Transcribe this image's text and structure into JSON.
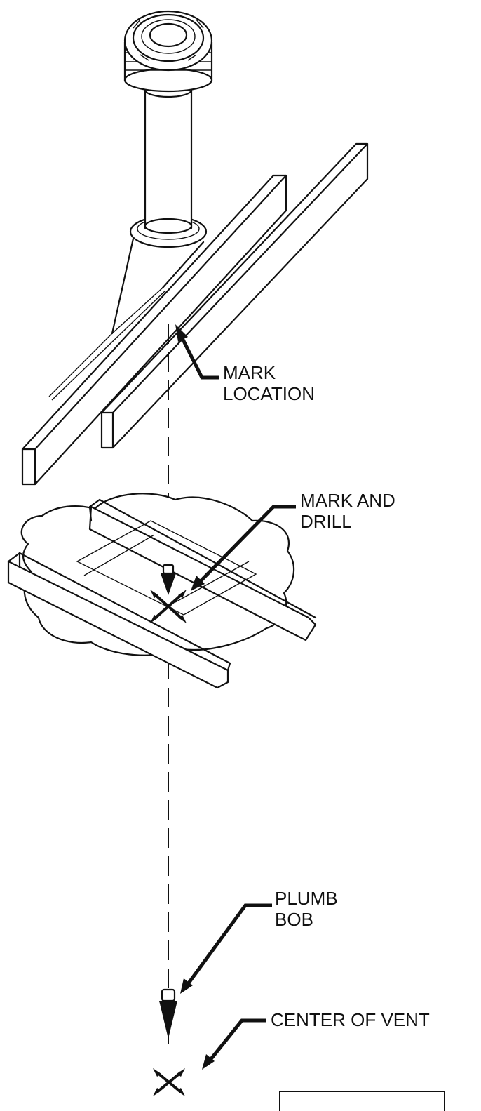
{
  "callouts": {
    "mark_location": "MARK\nLOCATION",
    "mark_and_drill": "MARK AND\nDRILL",
    "plumb_bob": "PLUMB\nBOB",
    "center_of_vent": "CENTER OF VENT"
  },
  "colors": {
    "line": "#111111",
    "background": "#ffffff"
  },
  "icons": [
    "vent-pipe-icon",
    "ceiling-joist-icon",
    "floor-joist-icon",
    "plumb-bob-icon",
    "center-mark-icon"
  ]
}
